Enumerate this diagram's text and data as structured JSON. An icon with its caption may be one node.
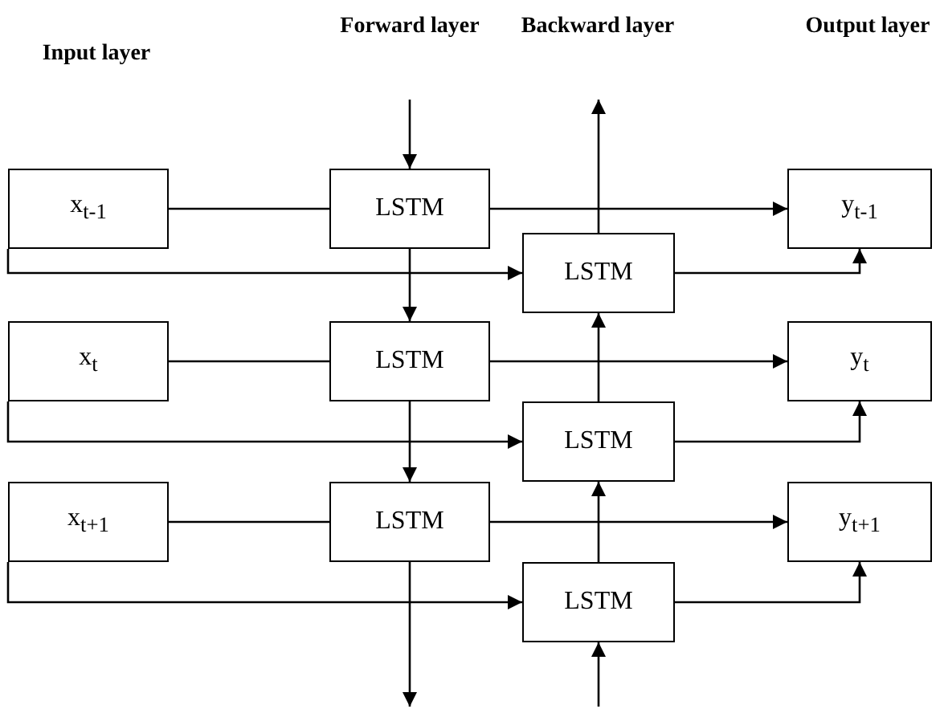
{
  "diagram": {
    "nodes": [
      {
        "text": [
          "x$_{t-1}$"
        ]
      },
      {
        "text": [
          "LSTM"
        ]
      },
      {
        "text": [
          "y$_{t-1}$"
        ]
      },
      {
        "text": [
          "LSTM"
        ]
      },
      {
        "text": [
          "x$_{t}$"
        ]
      },
      {
        "text": [
          "LSTM"
        ]
      },
      {
        "text": [
          "y$_{t}$"
        ]
      },
      {
        "text": [
          "LSTM"
        ]
      },
      {
        "text": [
          "x$_{t+1}$"
        ]
      },
      {
        "text": [
          "LSTM"
        ]
      },
      {
        "text": [
          "y$_{t+1}$"
        ]
      },
      {
        "text": [
          "LSTM"
        ]
      }
    ],
    "edges": [
      {
        "from": 0,
        "to": 1,
        "arrow": "none"
      },
      {
        "from": 0,
        "to": 3,
        "arrow": "to"
      },
      {
        "from": 1,
        "to": 2,
        "arrow": "to"
      },
      {
        "from": 3,
        "to": 2,
        "arrow": "to"
      },
      {
        "from": 1,
        "to": 5,
        "arrow": "to"
      },
      {
        "from": 7,
        "to": 3,
        "arrow": "to"
      },
      {
        "from": 3,
        "to": null,
        "arrow": "to"
      },
      {
        "from": null,
        "to": 1,
        "arrow": "to"
      },
      {
        "from": 4,
        "to": 5,
        "arrow": "none"
      },
      {
        "from": 4,
        "to": 7,
        "arrow": "to"
      },
      {
        "from": 5,
        "to": 6,
        "arrow": "to"
      },
      {
        "from": 7,
        "to": 6,
        "arrow": "to"
      },
      {
        "from": 5,
        "to": 9,
        "arrow": "to"
      },
      {
        "from": 11,
        "to": 7,
        "arrow": "to"
      },
      {
        "from": 8,
        "to": 9,
        "arrow": "none"
      },
      {
        "from": 8,
        "to": 11,
        "arrow": "to"
      },
      {
        "from": 9,
        "to": 10,
        "arrow": "to"
      },
      {
        "from": 11,
        "to": 10,
        "arrow": "to"
      },
      {
        "from": 9,
        "to": null,
        "arrow": "to"
      },
      {
        "from": null,
        "to": 11,
        "arrow": "to"
      }
    ],
    "labels": [
      "Input layer",
      "Forward layer",
      "Backward layer",
      "Output layer"
    ]
  }
}
